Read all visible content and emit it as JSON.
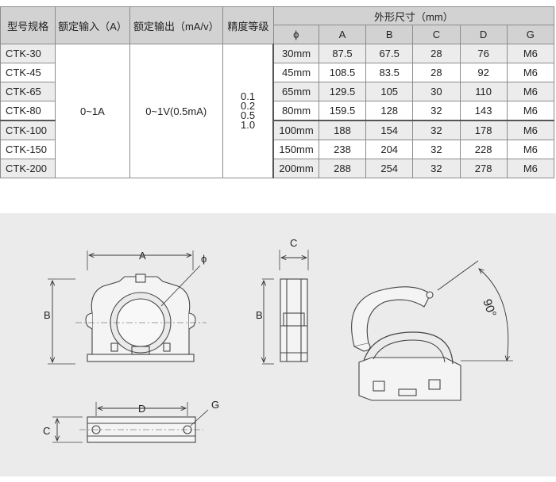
{
  "table": {
    "headers": {
      "model": "型号规格",
      "rated_input": "额定输入（A）",
      "rated_output": "额定输出（mA/v）",
      "accuracy": "精度等级",
      "dimensions": "外形尺寸（mm）",
      "phi": "ϕ",
      "a": "A",
      "b": "B",
      "c": "C",
      "d": "D",
      "g": "G"
    },
    "rated_input": "0~1A",
    "rated_output": "0~1V(0.5mA)",
    "accuracy_levels": [
      "0.1",
      "0.2",
      "0.5",
      "1.0"
    ],
    "rows": [
      {
        "model": "CTK-30",
        "phi": "30mm",
        "a": "87.5",
        "b": "67.5",
        "c": "28",
        "d": "76",
        "g": "M6"
      },
      {
        "model": "CTK-45",
        "phi": "45mm",
        "a": "108.5",
        "b": "83.5",
        "c": "28",
        "d": "92",
        "g": "M6"
      },
      {
        "model": "CTK-65",
        "phi": "65mm",
        "a": "129.5",
        "b": "105",
        "c": "30",
        "d": "110",
        "g": "M6"
      },
      {
        "model": "CTK-80",
        "phi": "80mm",
        "a": "159.5",
        "b": "128",
        "c": "32",
        "d": "143",
        "g": "M6"
      },
      {
        "model": "CTK-100",
        "phi": "100mm",
        "a": "188",
        "b": "154",
        "c": "32",
        "d": "178",
        "g": "M6"
      },
      {
        "model": "CTK-150",
        "phi": "150mm",
        "a": "238",
        "b": "204",
        "c": "32",
        "d": "228",
        "g": "M6"
      },
      {
        "model": "CTK-200",
        "phi": "200mm",
        "a": "288",
        "b": "254",
        "c": "32",
        "d": "278",
        "g": "M6"
      }
    ]
  },
  "drawing": {
    "labels": {
      "front_a": "A",
      "front_phi": "ϕ",
      "front_b": "B",
      "side_c": "C",
      "side_b": "B",
      "angle": "90°",
      "bottom_d": "D",
      "bottom_g": "G",
      "bottom_c": "C"
    }
  }
}
